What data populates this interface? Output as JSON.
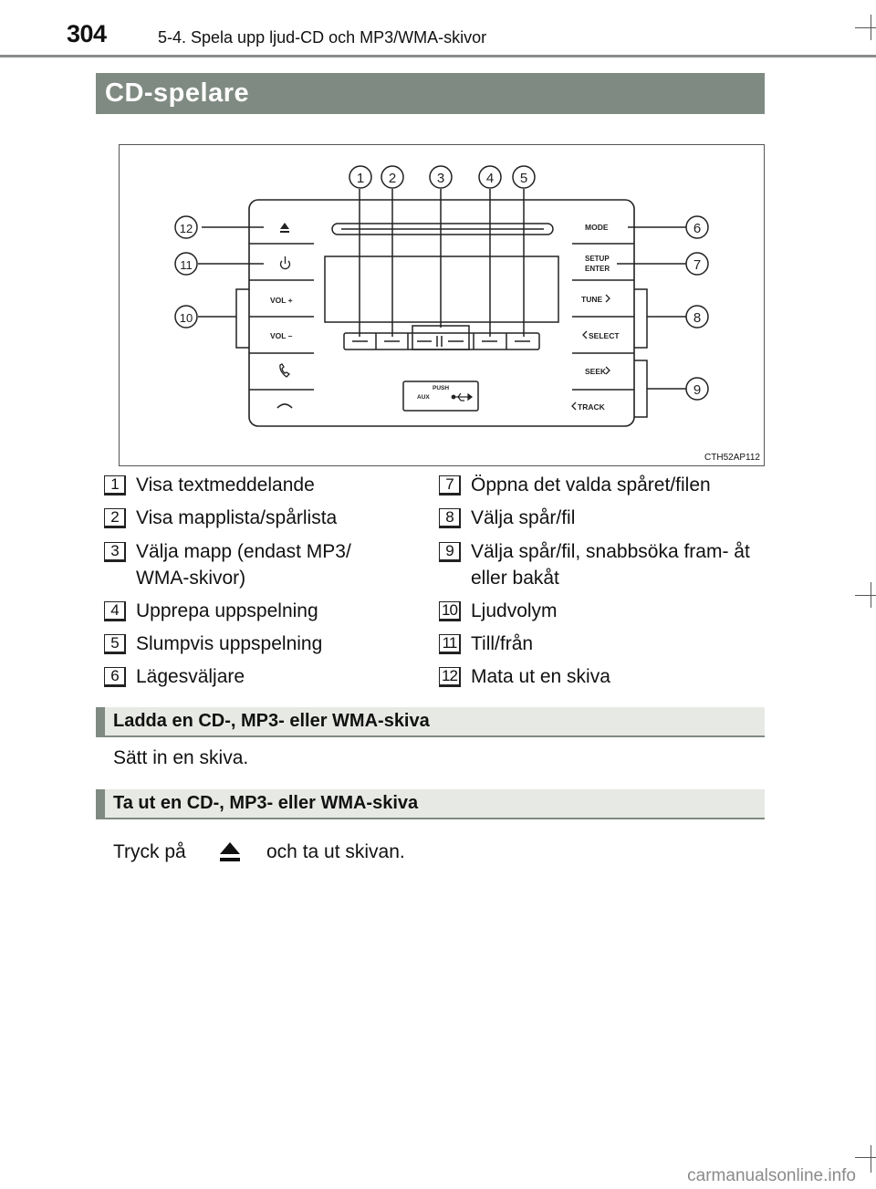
{
  "header": {
    "page_number": "304",
    "chapter_title": "5-4. Spela upp ljud-CD och MP3/WMA-skivor"
  },
  "section": {
    "title": "CD-spelare"
  },
  "figure": {
    "code": "CTH52AP112",
    "callouts": [
      "1",
      "2",
      "3",
      "4",
      "5",
      "6",
      "7",
      "8",
      "9",
      "10",
      "11",
      "12"
    ],
    "buttons": {
      "mode": "MODE",
      "setup": "SETUP",
      "enter": "ENTER",
      "tune": "TUNE",
      "select": "SELECT",
      "seek": "SEEK",
      "track": "TRACK",
      "vol_up": "VOL +",
      "vol_down": "VOL –",
      "push": "PUSH",
      "aux": "AUX"
    }
  },
  "legend": [
    {
      "num": "1",
      "text": "Visa textmeddelande"
    },
    {
      "num": "2",
      "text": "Visa mapplista/spårlista"
    },
    {
      "num": "3",
      "text": "Välja mapp (endast MP3/ WMA-skivor)"
    },
    {
      "num": "4",
      "text": "Upprepa uppspelning"
    },
    {
      "num": "5",
      "text": "Slumpvis uppspelning"
    },
    {
      "num": "6",
      "text": "Lägesväljare"
    },
    {
      "num": "7",
      "text": "Öppna det valda spåret/filen"
    },
    {
      "num": "8",
      "text": "Välja spår/fil"
    },
    {
      "num": "9",
      "text": "Välja spår/fil, snabbsöka fram- åt eller bakåt"
    },
    {
      "num": "10",
      "text": "Ljudvolym"
    },
    {
      "num": "11",
      "text": "Till/från"
    },
    {
      "num": "12",
      "text": "Mata ut en skiva"
    }
  ],
  "load": {
    "title": "Ladda en CD-, MP3- eller WMA-skiva",
    "text": "Sätt in en skiva."
  },
  "eject": {
    "title": "Ta ut en CD-, MP3- eller WMA-skiva",
    "text_before": "Tryck på",
    "text_after": "och ta ut skivan."
  },
  "watermark": "carmanualsonline.info"
}
